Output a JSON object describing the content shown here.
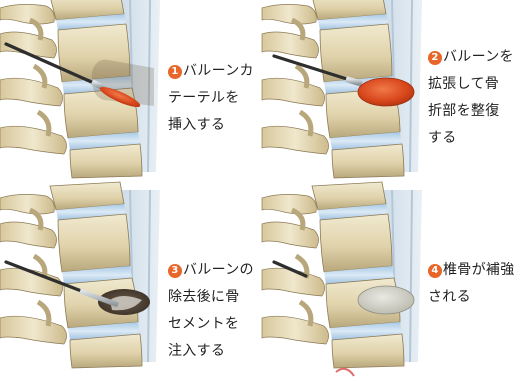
{
  "accent_color": "#e8662a",
  "steps": [
    {
      "number": "1",
      "lines": [
        "バルーンカ",
        "テーテルを",
        "挿入する"
      ]
    },
    {
      "number": "2",
      "lines": [
        "バルーンを",
        "拡張して骨",
        "折部を整復",
        "する"
      ]
    },
    {
      "number": "3",
      "lines": [
        "バルーンの",
        "除去後に骨",
        "セメントを",
        "注入する"
      ]
    },
    {
      "number": "4",
      "lines": [
        "椎骨が補強",
        "される"
      ]
    }
  ],
  "illustrations": [
    {
      "step": "1",
      "tool": "balloon-catheter",
      "fill": "deflated-balloon"
    },
    {
      "step": "2",
      "tool": "balloon-catheter",
      "fill": "inflated-balloon"
    },
    {
      "step": "3",
      "tool": "cement-needle",
      "fill": "cavity"
    },
    {
      "step": "4",
      "tool": "none",
      "fill": "bone-cement"
    }
  ]
}
